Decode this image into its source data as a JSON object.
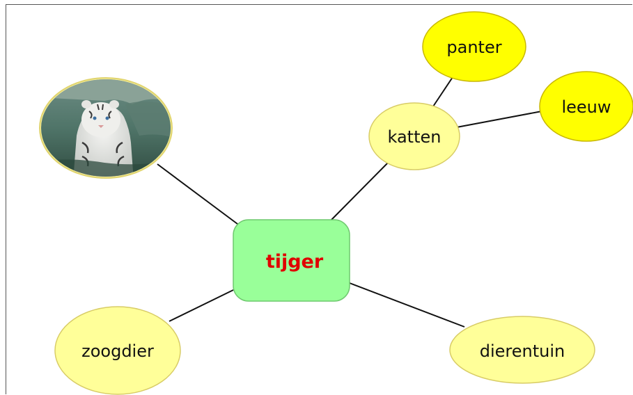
{
  "center": {
    "label": "tijger",
    "fill": "#99ff99",
    "text_color": "#e00000"
  },
  "nodes": {
    "katten": {
      "label": "katten",
      "fill": "#ffff99"
    },
    "panter": {
      "label": "panter",
      "fill": "#ffff00"
    },
    "leeuw": {
      "label": "leeuw",
      "fill": "#ffff00"
    },
    "zoogdier": {
      "label": "zoogdier",
      "fill": "#ffff99"
    },
    "dierentuin": {
      "label": "dierentuin",
      "fill": "#ffff99"
    }
  },
  "photo": {
    "subject": "white tiger in water",
    "icon": "tiger-photo"
  },
  "colors": {
    "node_border": "#d8cc66",
    "connector": "#111111"
  }
}
